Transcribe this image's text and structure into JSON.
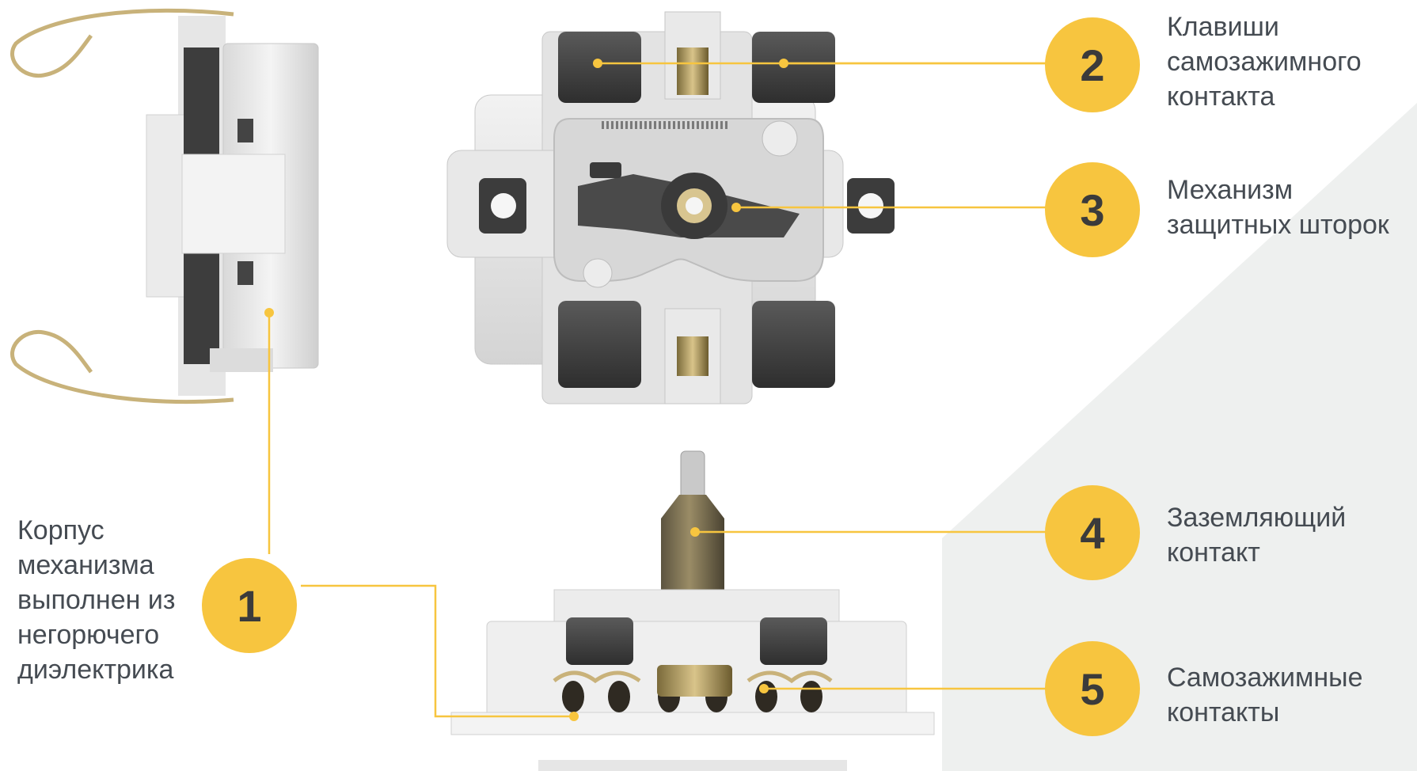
{
  "colors": {
    "accent": "#f7c53f",
    "text": "#454b52",
    "panel": "#eef0ef"
  },
  "callouts": [
    {
      "number": "1",
      "text": "Корпус\nмеханизма\nвыполнен из\nнегорючего\nдиэлектрика"
    },
    {
      "number": "2",
      "text": "Клавиши\nсамозажимного\nконтакта"
    },
    {
      "number": "3",
      "text": "Механизм\nзащитных шторок"
    },
    {
      "number": "4",
      "text": "Заземляющий\nконтакт"
    },
    {
      "number": "5",
      "text": "Самозажимные\nконтакты"
    }
  ]
}
